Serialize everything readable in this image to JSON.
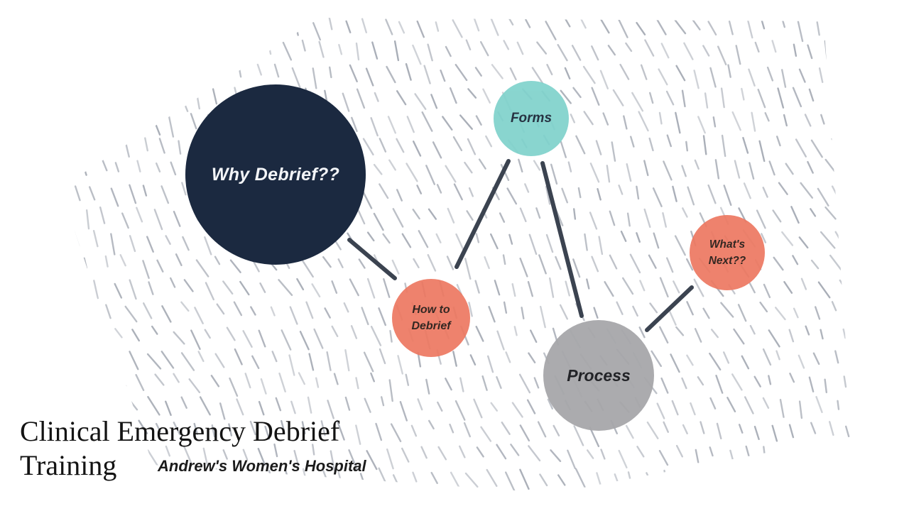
{
  "slide": {
    "title_line1": "Clinical Emergency Debrief",
    "title_line2": "Training",
    "subtitle": "Andrew's Women's Hospital"
  },
  "nodes": [
    {
      "id": "why-debrief",
      "label": "Why Debrief??",
      "fill": "#1b2940",
      "text_color": "#f3f5f8"
    },
    {
      "id": "forms",
      "label": "Forms",
      "fill": "#7fd2cc",
      "text_color": "#152233"
    },
    {
      "id": "how-to-debrief",
      "label": "How to Debrief",
      "fill": "#ed7962",
      "text_color": "#241712"
    },
    {
      "id": "whats-next",
      "label": "What's Next??",
      "fill": "#ed7962",
      "text_color": "#241712"
    },
    {
      "id": "process",
      "label": "Process",
      "fill": "#a7a7aa",
      "text_color": "#17181c"
    }
  ],
  "connectors": {
    "color": "#3b4350",
    "links": [
      {
        "from": "why-debrief",
        "to": "how-to-debrief"
      },
      {
        "from": "forms",
        "to": "how-to-debrief"
      },
      {
        "from": "forms",
        "to": "process"
      },
      {
        "from": "process",
        "to": "whats-next"
      }
    ]
  },
  "background": {
    "dash_color": "#9aa0ab"
  }
}
